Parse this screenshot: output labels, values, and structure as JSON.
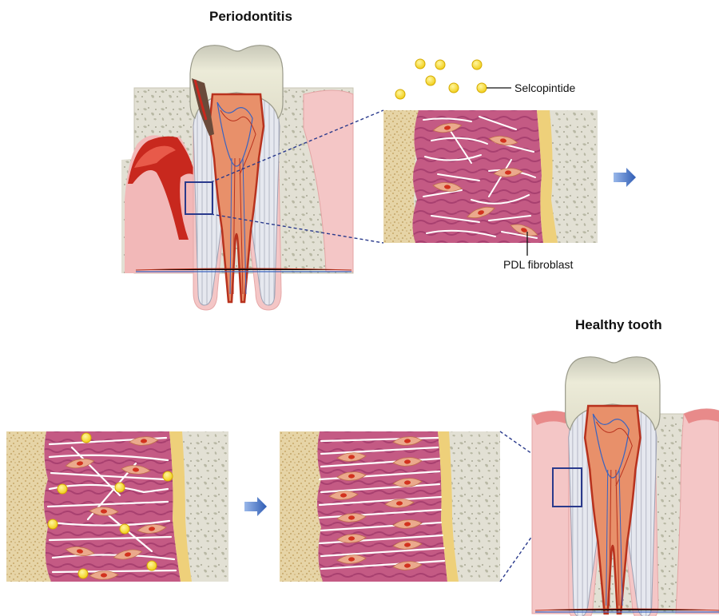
{
  "titles": {
    "top": "Periodontitis",
    "bottom": "Healthy tooth"
  },
  "labels": {
    "drug": "Selcopintide",
    "cell": "PDL fibroblast"
  },
  "colors": {
    "enamel": "#e8e6d2",
    "dentin": "#e4e6ee",
    "pulp": "#e8906a",
    "pulp_border": "#b8321e",
    "gum": "#f4c6c6",
    "inflamed_gum": "#c8281e",
    "bone": "#e2e0d4",
    "cementum": "#e6d4a6",
    "ligament": "#c45a84",
    "fibroblast": "#eba98c",
    "nucleus": "#d2321e",
    "peptide": "#f2d41c",
    "arrow": "#4a78c8",
    "zoom_box": "#2a3a8c"
  },
  "icons": [
    "peptide-dot-icon",
    "right-arrow-icon"
  ]
}
